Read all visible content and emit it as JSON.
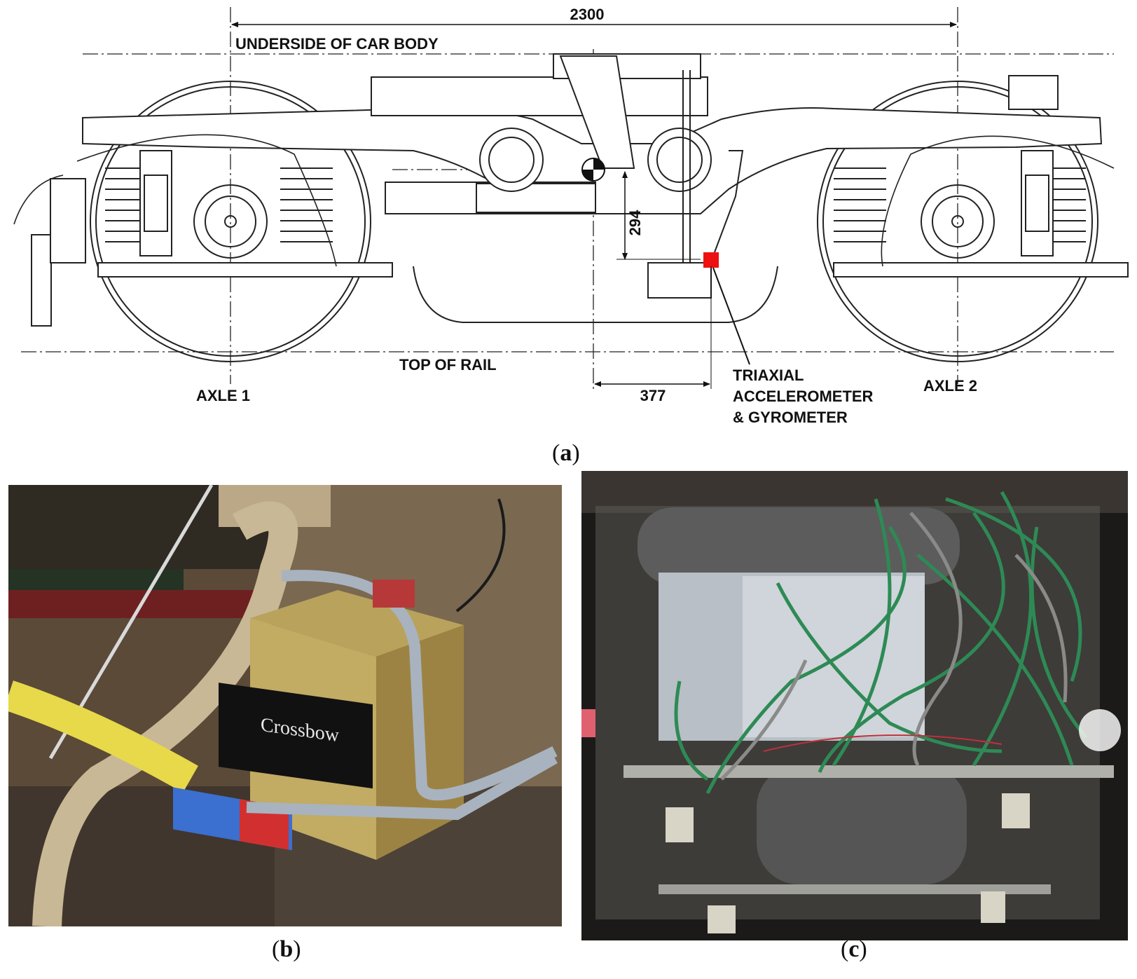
{
  "panel_a": {
    "dimensions": {
      "wheelbase": "2300",
      "height": "294",
      "offset": "377"
    },
    "labels": {
      "underside": "UNDERSIDE OF CAR BODY",
      "rail": "TOP OF RAIL",
      "axle1": "AXLE 1",
      "axle2": "AXLE 2",
      "sensor_line1": "TRIAXIAL",
      "sensor_line2": "ACCELEROMETER",
      "sensor_line3": "& GYROMETER"
    },
    "sensor_color": "#ee1111"
  },
  "panel_b": {
    "brand": "Crossbow"
  },
  "captions": {
    "a": "a",
    "b": "b",
    "c": "c"
  }
}
